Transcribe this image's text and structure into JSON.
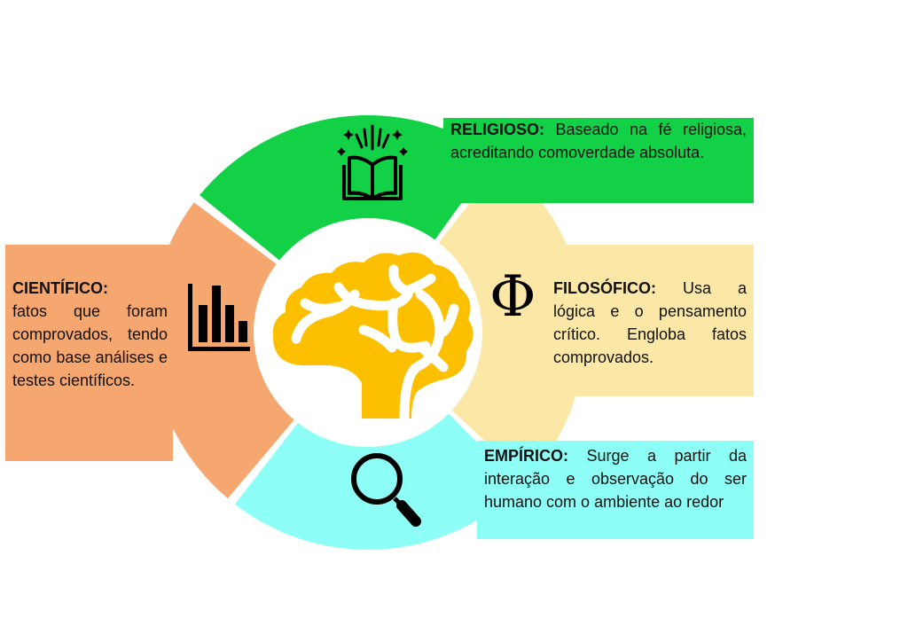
{
  "colors": {
    "religioso": "#12d147",
    "filosofico": "#fbe7a6",
    "empirico": "#8dfff7",
    "cientifico": "#f5a76f",
    "brain": "#fdc000"
  },
  "sections": {
    "religioso": {
      "title": "RELIGIOSO:",
      "text": " Baseado na fé religiosa, acreditando comoverdade absoluta.",
      "icon": "open-book-icon"
    },
    "filosofico": {
      "title": "FILOSÓFICO:",
      "text": " Usa a lógica e o pensamento crítico. Engloba fatos comprovados.",
      "icon": "phi-icon",
      "symbol": "Φ"
    },
    "empirico": {
      "title": "EMPÍRICO:",
      "text": " Surge a partir da interação e observação do ser humano com o ambiente ao redor",
      "icon": "magnifier-icon"
    },
    "cientifico": {
      "title": "CIENTÍFICO:",
      "text": "fatos que foram comprovados, tendo como base análises e testes científicos.",
      "icon": "bar-chart-icon"
    }
  },
  "center_icon": "brain-icon"
}
